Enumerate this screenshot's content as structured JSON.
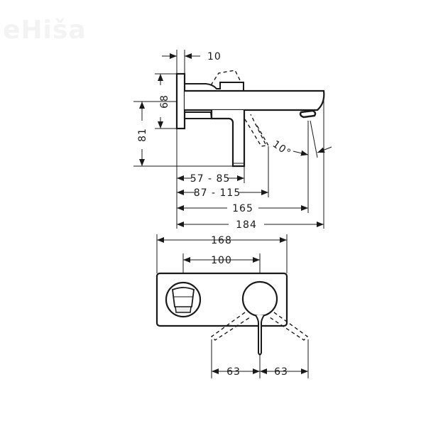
{
  "watermark": "eHiša",
  "side_view": {
    "plate_thickness": "10",
    "plate_height": "68",
    "lever_height": "81",
    "lever_depth_range": "57 - 85",
    "lever_extended_range": "87 - 115",
    "spout_outlet": "165",
    "spout_length": "184",
    "spout_angle": "10°"
  },
  "front_view": {
    "plate_width": "168",
    "center_spacing": "100",
    "lever_swing_left": "63",
    "lever_swing_right": "63"
  },
  "colors": {
    "line": "#1a1a1a",
    "background": "#ffffff"
  }
}
